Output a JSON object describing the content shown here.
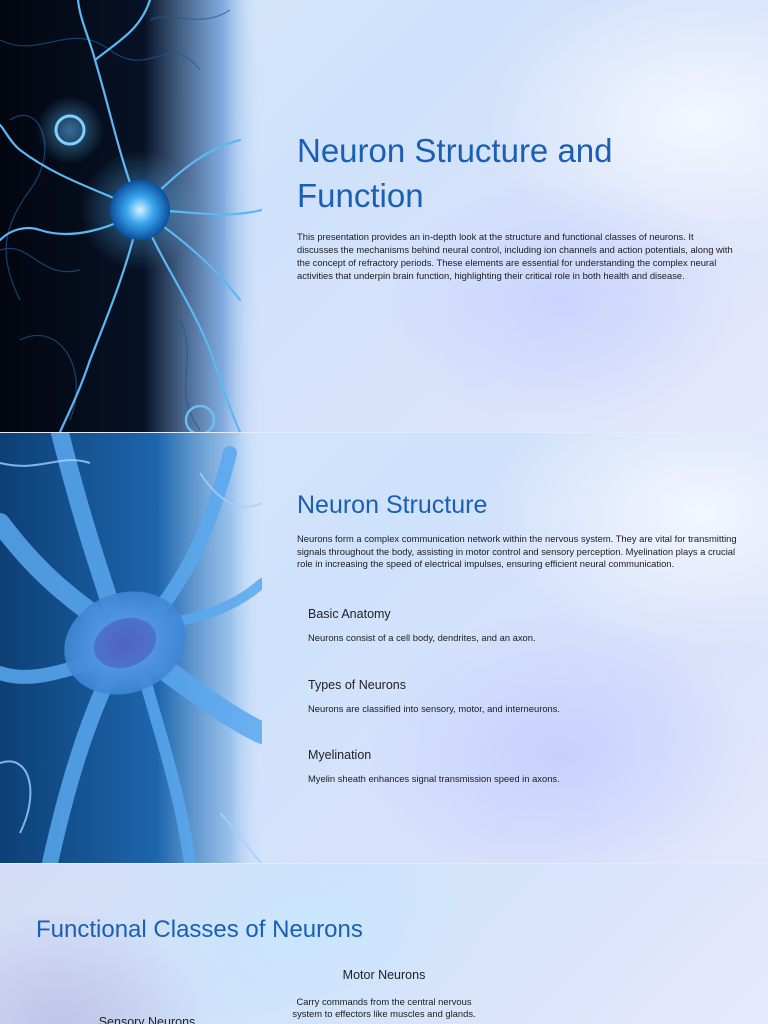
{
  "slide1": {
    "title": "Neuron Structure and Function",
    "description": "This presentation provides an in-depth look at the structure and functional classes of neurons. It discusses the mechanisms behind neural control, including ion channels and action potentials, along with the concept of refractory periods. These elements are essential for understanding the complex neural activities that underpin brain function, highlighting their critical role in both health and disease."
  },
  "slide2": {
    "title": "Neuron Structure",
    "description": "Neurons form a complex communication network within the nervous system. They are vital for transmitting signals throughout the body, assisting in motor control and sensory perception. Myelination plays a crucial role in increasing the speed of electrical impulses, ensuring efficient neural communication.",
    "items": [
      {
        "title": "Basic Anatomy",
        "text": "Neurons consist of a cell body, dendrites, and an axon."
      },
      {
        "title": "Types of Neurons",
        "text": "Neurons are classified into sensory, motor, and interneurons."
      },
      {
        "title": "Myelination",
        "text": "Myelin sheath enhances signal transmission speed in axons."
      }
    ]
  },
  "slide3": {
    "title": "Functional Classes of Neurons",
    "motor": {
      "title": "Motor Neurons",
      "text": "Carry commands from the central nervous system to effectors like muscles and glands."
    },
    "sensory": {
      "title": "Sensory Neurons"
    }
  },
  "colors": {
    "title_blue": "#1a5fb4",
    "body_text": "#1c1c1c"
  }
}
